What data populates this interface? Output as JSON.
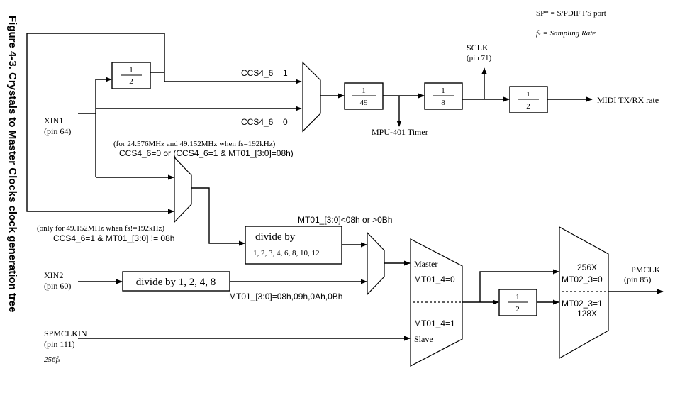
{
  "figure_caption": "Figure 4-3.  Crystals to Master Clocks clock generation tree",
  "legend": {
    "sp_note": "SP* = S/PDIF I²S port",
    "fs_note": "fₛ = Sampling Rate"
  },
  "inputs": {
    "xin1_name": "XIN1",
    "xin1_pin": "(pin 64)",
    "xin2_name": "XIN2",
    "xin2_pin": "(pin 60)",
    "spmclkin_name": "SPMCLKIN",
    "spmclkin_pin": "(pin 111)",
    "spmclkin_rate": "256fₛ"
  },
  "outputs": {
    "sclk_name": "SCLK",
    "sclk_pin": "(pin 71)",
    "mpu_timer": "MPU-401 Timer",
    "midi": "MIDI TX/RX rate",
    "pmclk_name": "PMCLK",
    "pmclk_pin": "(pin 85)"
  },
  "dividers": {
    "d_half_top": {
      "num": "1",
      "den": "2"
    },
    "d_49": {
      "num": "1",
      "den": "49"
    },
    "d_8": {
      "num": "1",
      "den": "8"
    },
    "d_half_midi": {
      "num": "1",
      "den": "2"
    },
    "d_half_low": {
      "num": "1",
      "den": "2"
    },
    "divide_by_list_title": "divide by",
    "divide_by_list_values": "1, 2, 3, 4, 6, 8, 10, 12",
    "divide_by_xin2": "divide by 1, 2, 4, 8"
  },
  "conditions": {
    "ccs_eq1": "CCS4_6 = 1",
    "ccs_eq0": "CCS4_6 = 0",
    "cond_upper_note": "(for 24.576MHz and 49.152MHz when fs=192kHz)",
    "cond_upper": "CCS4_6=0 or (CCS4_6=1 & MT01_[3:0]=08h)",
    "cond_lower_note": "(only for 49.152MHz when fs!=192kHz)",
    "cond_lower": "CCS4_6=1 & MT01_[3:0] != 08h",
    "mt01_lt": "MT01_[3:0]<08h or >0Bh",
    "mt01_eq": "MT01_[3:0]=08h,09h,0Ah,0Bh",
    "master": "Master",
    "mt01_4_0": "MT01_4=0",
    "mt01_4_1": "MT01_4=1",
    "slave": "Slave",
    "x256": "256X",
    "mt02_3_0": "MT02_3=0",
    "mt02_3_1": "MT02_3=1",
    "x128": "128X"
  }
}
